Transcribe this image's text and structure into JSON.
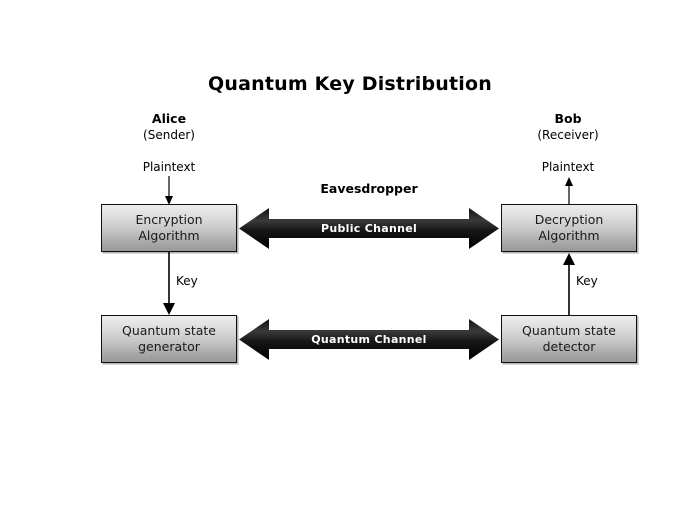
{
  "diagram": {
    "title": "Quantum Key Distribution",
    "parties": {
      "left": {
        "name": "Alice",
        "role": "(Sender)",
        "data_label": "Plaintext"
      },
      "right": {
        "name": "Bob",
        "role": "(Receiver)",
        "data_label": "Plaintext"
      }
    },
    "boxes": [
      {
        "id": "encryption-algorithm",
        "line1": "Encryption",
        "line2": "Algorithm"
      },
      {
        "id": "decryption-algorithm",
        "line1": "Decryption",
        "line2": "Algorithm"
      },
      {
        "id": "quantum-state-generator",
        "line1": "Quantum state",
        "line2": "generator"
      },
      {
        "id": "quantum-state-detector",
        "line1": "Quantum state",
        "line2": "detector"
      }
    ],
    "annotations": {
      "eavesdropper": "Eavesdropper",
      "key_left": "Key",
      "key_right": "Key"
    },
    "channels": [
      {
        "id": "public-channel",
        "label": "Public Channel",
        "direction": "bidirectional"
      },
      {
        "id": "quantum-channel",
        "label": "Quantum Channel",
        "direction": "bidirectional"
      }
    ],
    "colors": {
      "background": "#ffffff",
      "box_fill_top": "#ececec",
      "box_fill_bottom": "#989898",
      "box_border": "#111111",
      "arrow_fill": "#1c1c1c",
      "arrow_text": "#ffffff",
      "text": "#000000"
    }
  }
}
